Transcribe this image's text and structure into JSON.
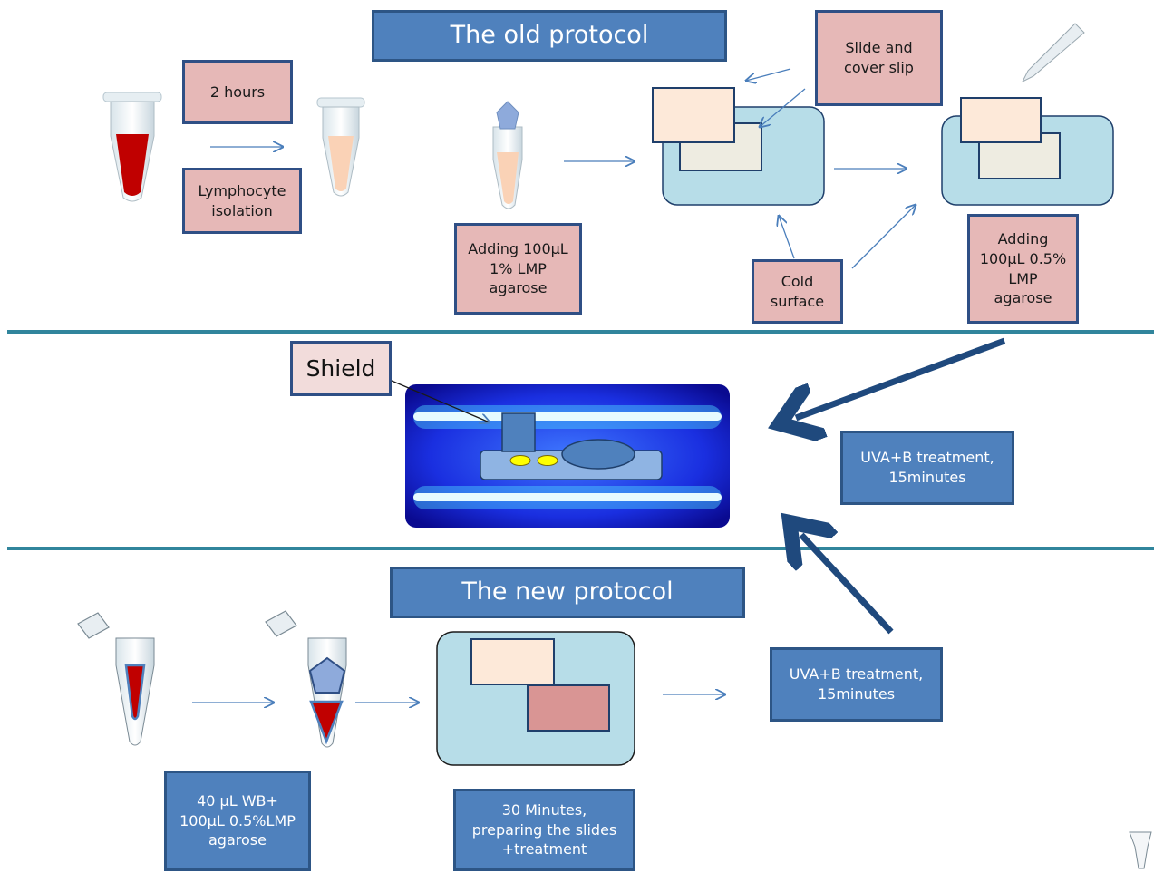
{
  "old_protocol": {
    "title": "The old protocol",
    "step_time": "2 hours",
    "step_isolation": "Lymphocyte\nisolation",
    "step_adding_1": "Adding 100µL\n1% LMP\nagarose",
    "slide_cover": "Slide and\ncover slip",
    "cold_surface": "Cold\nsurface",
    "step_adding_2": "Adding\n100µL 0.5%\nLMP\nagarose"
  },
  "treatment_chamber": {
    "shield_label": "Shield",
    "treatment_old": "UVA+B treatment,\n15minutes"
  },
  "new_protocol": {
    "title": "The new protocol",
    "treatment_new": "UVA+B treatment,\n15minutes",
    "sample_mix": "40 µL WB+\n100µL 0.5%LMP\nagarose",
    "prep_time": "30  Minutes,\npreparing the slides\n+treatment"
  },
  "colors": {
    "title_fill": "#4f81bd",
    "label_fill": "#e6b8b7",
    "slide_tray": "#b7dde8",
    "separator": "#31859c",
    "blood": "#c00000"
  }
}
